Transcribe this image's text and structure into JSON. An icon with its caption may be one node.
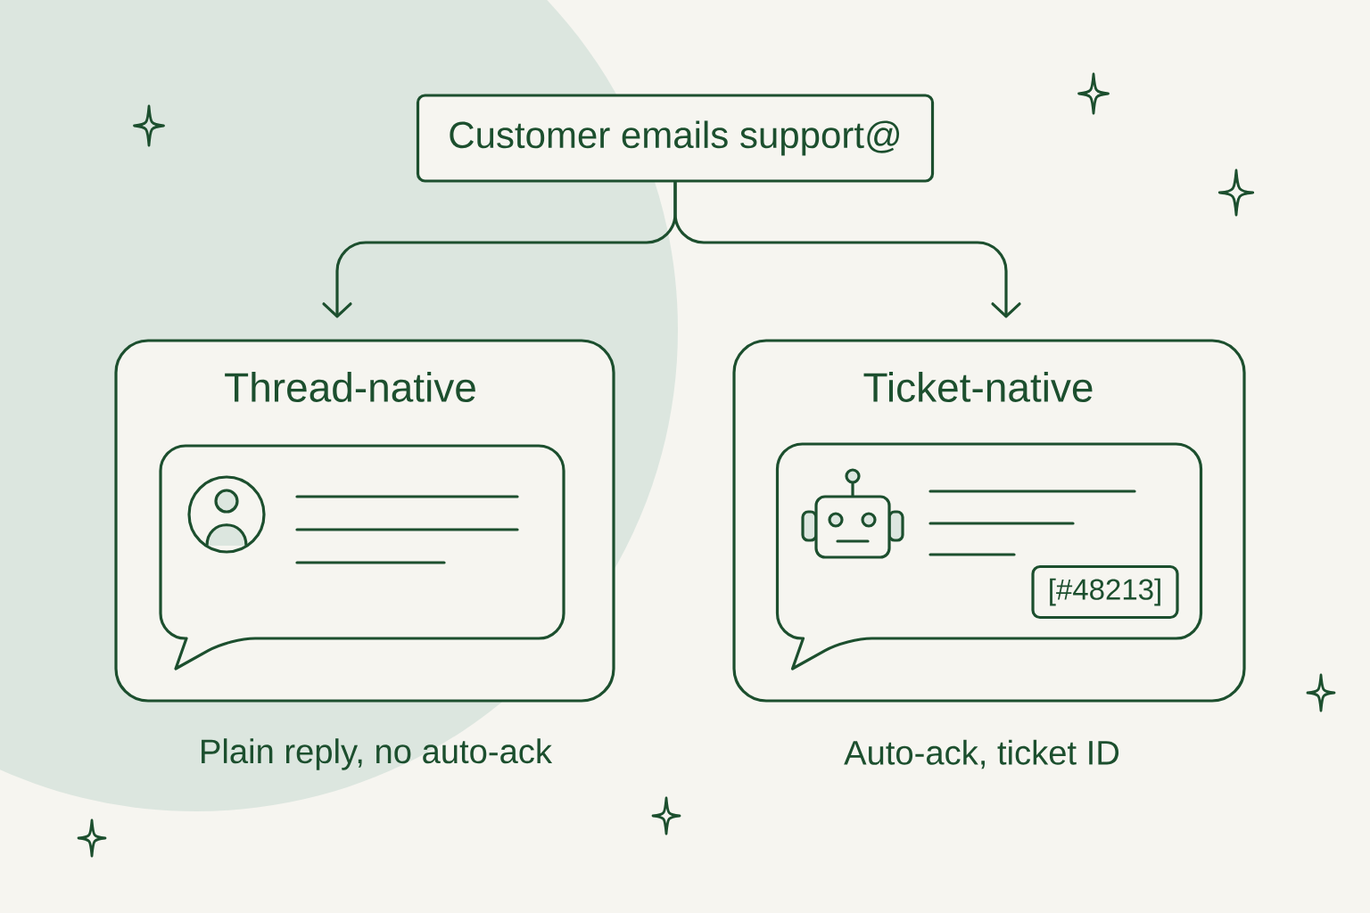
{
  "diagram": {
    "nodes": [
      {
        "text": [
          "Customer emails support@"
        ]
      },
      {
        "text": [
          "Thread-native"
        ],
        "beside": [
          "Plain reply, no auto-ack"
        ]
      },
      {
        "text": [],
        "shape": "bubble",
        "in": 1
      },
      {
        "text": [
          "Ticket-native"
        ],
        "beside": [
          "Auto-ack, ticket ID"
        ]
      },
      {
        "text": [],
        "shape": "bubble",
        "in": 3
      },
      {
        "text": [
          "[#48213]"
        ],
        "in": 4
      }
    ],
    "edges": [
      {
        "from": 0,
        "to": 1,
        "arrow": "to"
      },
      {
        "from": 0,
        "to": 3,
        "arrow": "to"
      }
    ]
  }
}
